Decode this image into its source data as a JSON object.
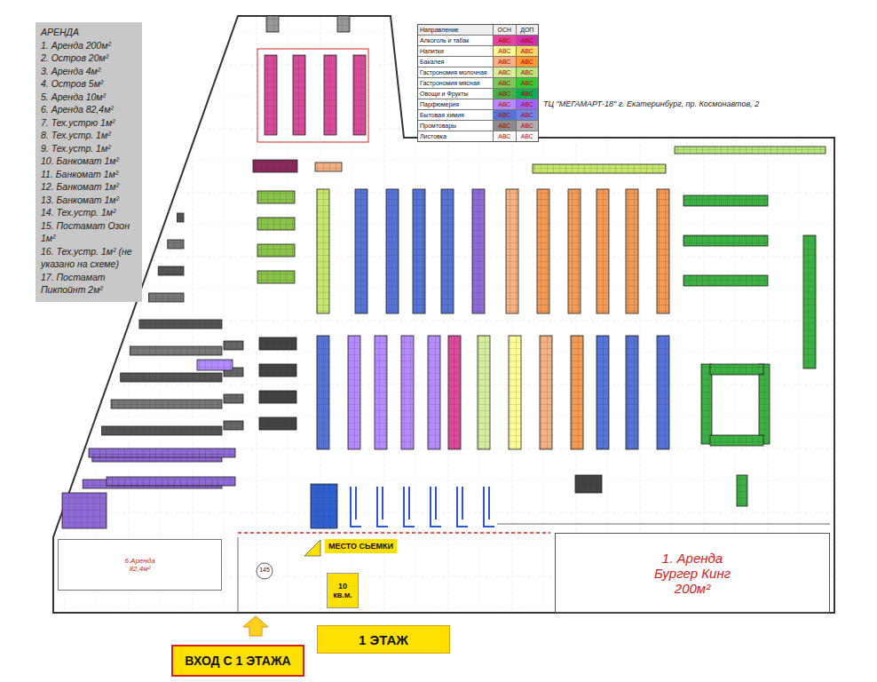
{
  "diagram": {
    "title": "ТЦ \"МЕГАМАРТ-18\" г. Екатеринбург, пр. Космонавтов, 2",
    "nodes": [
      {
        "text": [
          "АРЕНДА",
          "1. Аренда 200м²",
          "2. Остров 20м²",
          "3. Аренда 4м²",
          "4. Остров 5м²",
          "5. Аренда 10м²",
          "6. Аренда 82,4м²",
          "7. Тех.устрю 1м²",
          "8. Тех.устр. 1м²",
          "9. Тех.устр. 1м²",
          "10. Банкомат 1м²",
          "11. Банкомат 1м²",
          "12. Банкомат 1м²",
          "13. Банкомат 1м²",
          "14. Тех.устр. 1м²",
          "15. Постамат Озон 1м²",
          "16. Тех.устр. 1м² (не указано на схеме)",
          "17. Постамат Пикпойнт 2м²"
        ]
      },
      {
        "text": [
          "1. Аренда Бургер Кинг 200м²"
        ]
      },
      {
        "text": [
          "МЕСТО СЬЕМКИ"
        ]
      },
      {
        "text": [
          "6 Аренда 82,4м²"
        ]
      },
      {
        "text": [
          "10 кв.м."
        ]
      },
      {
        "text": [
          "ВХОД С 1 ЭТАЖА"
        ]
      },
      {
        "text": [
          "1 ЭТАЖ"
        ]
      }
    ],
    "labels": [
      "Направление",
      "ОСН",
      "ДОП",
      "АВС",
      "АВС",
      "АВС",
      "АВС",
      "АВС",
      "АВС",
      "АВС",
      "АВС",
      "АВС",
      "АВС",
      "АВС",
      "АВС",
      "АВС",
      "АВС",
      "АВС",
      "АВС",
      "АВС",
      "АВС",
      "АВС",
      "АВС",
      "145"
    ],
    "legend": [
      {
        "text": "Алкоголь и табак",
        "color": "#e0479a"
      },
      {
        "text": "Напитки",
        "color": "#ffff99"
      },
      {
        "text": "Бакалея",
        "color": "#f4b183"
      },
      {
        "text": "Гастрономия молочная",
        "color": "#d6ee9c"
      },
      {
        "text": "Гастрономия мясная",
        "color": "#7cc85a"
      },
      {
        "text": "Овощи и Фрукты",
        "color": "#45b04a"
      },
      {
        "text": "Парфюмерия",
        "color": "#b58cff"
      },
      {
        "text": "Бытовая химия",
        "color": "#5673d8"
      },
      {
        "text": "Промтовары",
        "color": "#8c8c8c"
      },
      {
        "text": "Листовка",
        "color": "#ffffff"
      }
    ]
  }
}
